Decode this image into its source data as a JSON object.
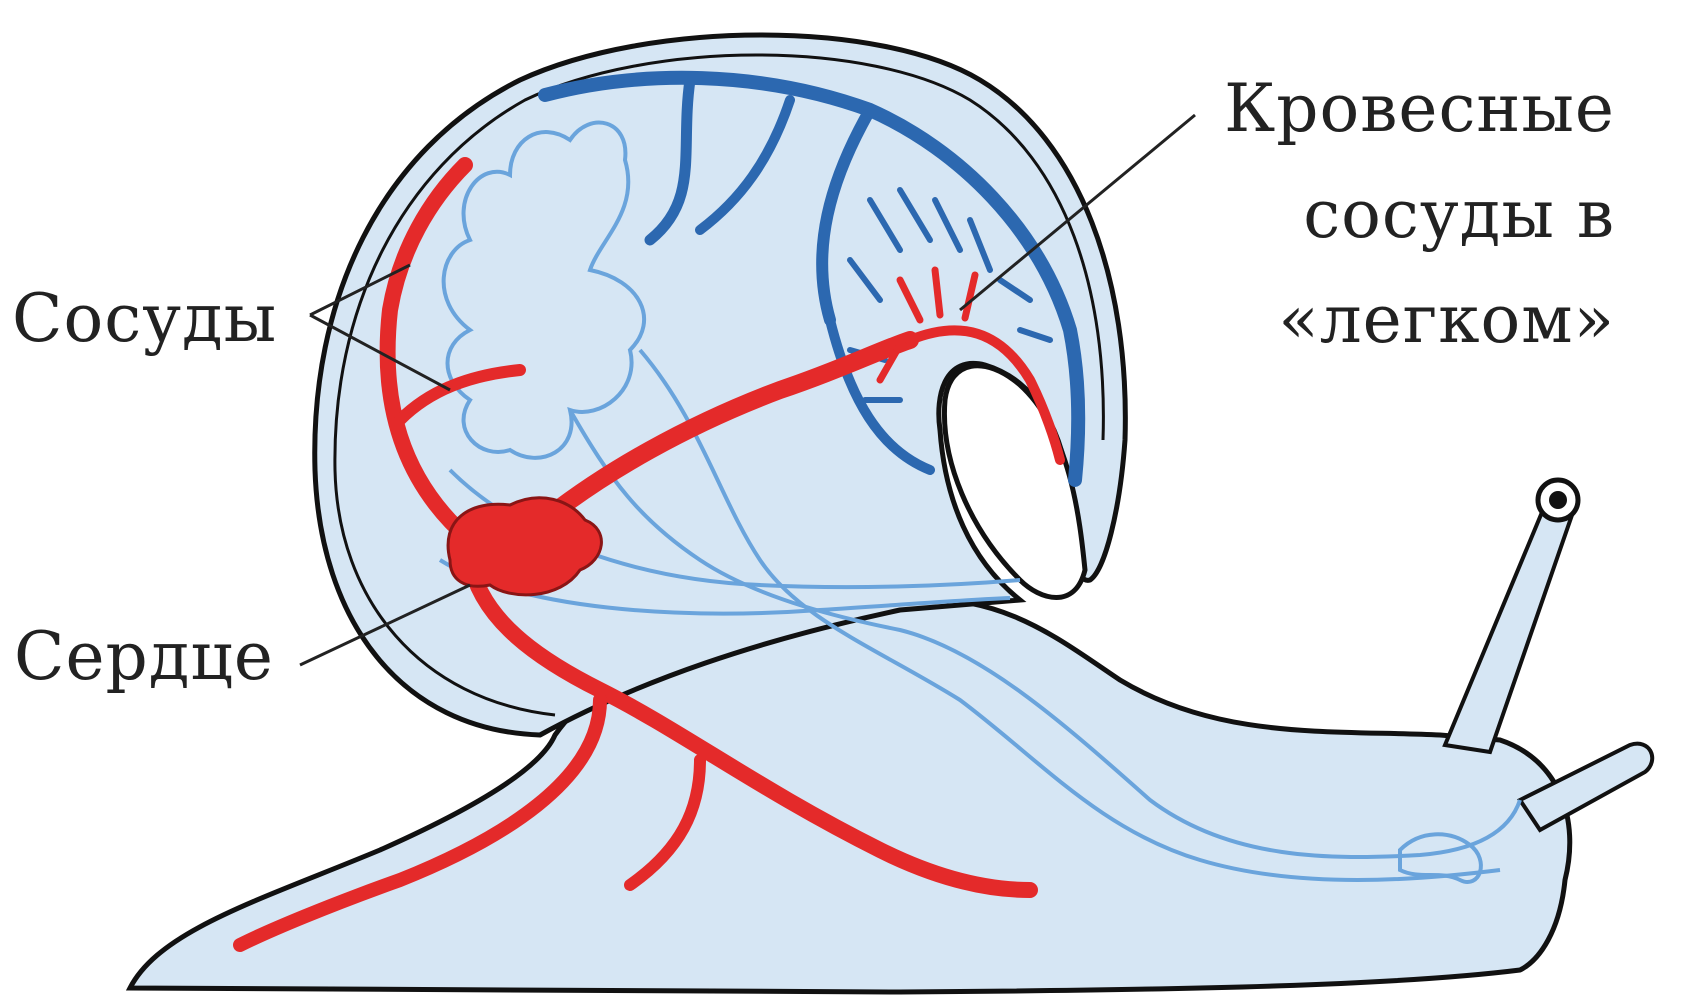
{
  "labels": {
    "vessels": "Сосуды",
    "heart": "Сердце",
    "lung_line1": "Кровесные",
    "lung_line2": "сосуды в",
    "lung_line3": "«легком»"
  },
  "colors": {
    "body_fill": "#d6e6f4",
    "outline": "#111111",
    "artery": "#e42a2a",
    "vein": "#2c68b0",
    "capillary": "#6aa4dc",
    "leader": "#222222"
  }
}
